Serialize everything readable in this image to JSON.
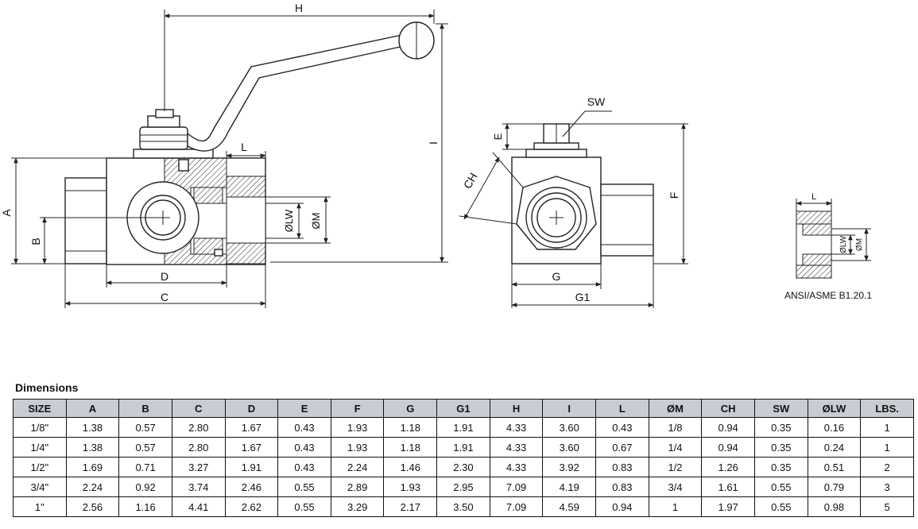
{
  "drawing": {
    "labels": {
      "H": "H",
      "I": "I",
      "L_main": "L",
      "A": "A",
      "B": "B",
      "D": "D",
      "C": "C",
      "LW": "ØLW",
      "M": "ØM",
      "SW": "SW",
      "E": "E",
      "CH": "CH",
      "F": "F",
      "G": "G",
      "G1": "G1",
      "L_detail": "L",
      "LW_detail": "ØLW",
      "M_detail": "ØM"
    },
    "standard": "ANSI/ASME B1.20.1"
  },
  "table": {
    "title": "Dimensions",
    "headers": [
      "SIZE",
      "A",
      "B",
      "C",
      "D",
      "E",
      "F",
      "G",
      "G1",
      "H",
      "I",
      "L",
      "ØM",
      "CH",
      "SW",
      "ØLW",
      "LBS."
    ],
    "rows": [
      [
        "1/8\"",
        "1.38",
        "0.57",
        "2.80",
        "1.67",
        "0.43",
        "1.93",
        "1.18",
        "1.91",
        "4.33",
        "3.60",
        "0.43",
        "1/8",
        "0.94",
        "0.35",
        "0.16",
        "1"
      ],
      [
        "1/4\"",
        "1.38",
        "0.57",
        "2.80",
        "1.67",
        "0.43",
        "1.93",
        "1.18",
        "1.91",
        "4.33",
        "3.60",
        "0.67",
        "1/4",
        "0.94",
        "0.35",
        "0.24",
        "1"
      ],
      [
        "1/2\"",
        "1.69",
        "0.71",
        "3.27",
        "1.91",
        "0.43",
        "2.24",
        "1.46",
        "2.30",
        "4.33",
        "3.92",
        "0.83",
        "1/2",
        "1.26",
        "0.35",
        "0.51",
        "2"
      ],
      [
        "3/4\"",
        "2.24",
        "0.92",
        "3.74",
        "2.46",
        "0.55",
        "2.89",
        "1.93",
        "2.95",
        "7.09",
        "4.19",
        "0.83",
        "3/4",
        "1.61",
        "0.55",
        "0.79",
        "3"
      ],
      [
        "1\"",
        "2.56",
        "1.16",
        "4.41",
        "2.62",
        "0.55",
        "3.29",
        "2.17",
        "3.50",
        "7.09",
        "4.59",
        "0.94",
        "1",
        "1.97",
        "0.55",
        "0.98",
        "5"
      ]
    ]
  }
}
